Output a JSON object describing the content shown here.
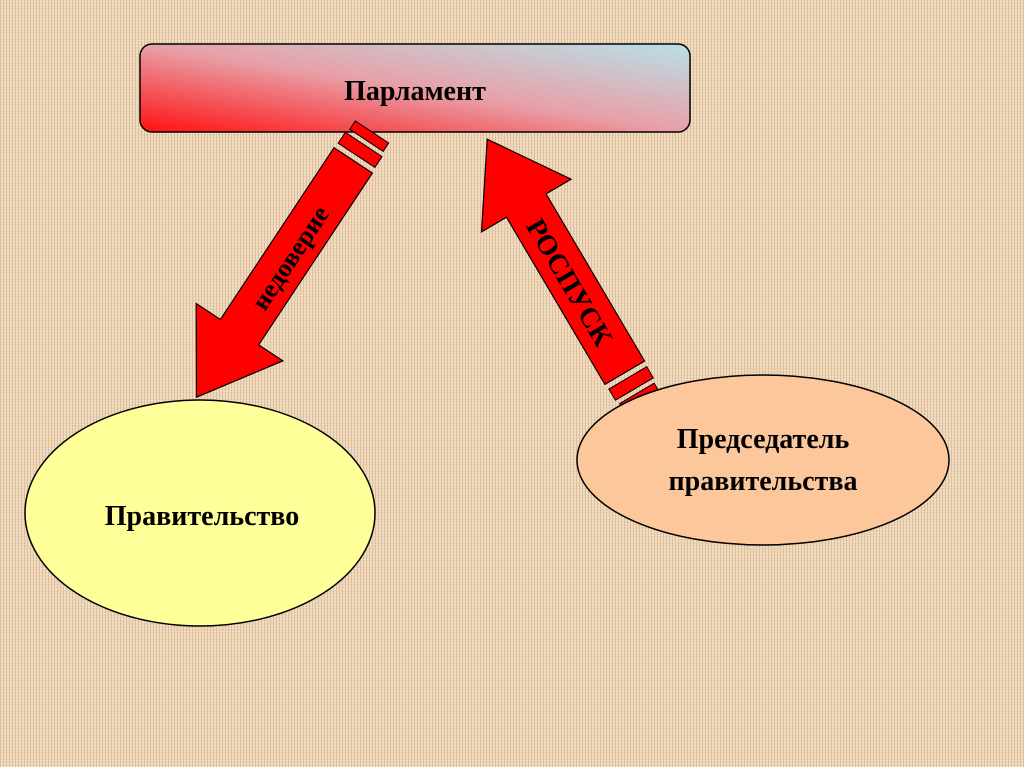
{
  "nodes": {
    "parliament": "Парламент",
    "government": "Правительство",
    "chairman_line1": "Председатель",
    "chairman_line2": "правительства"
  },
  "arrows": {
    "distrust": "недоверие",
    "dissolution": "РОСПУСК"
  },
  "colors": {
    "arrow": "#ff0000",
    "government_fill": "#ffff99",
    "chairman_fill": "#fcc89b"
  }
}
